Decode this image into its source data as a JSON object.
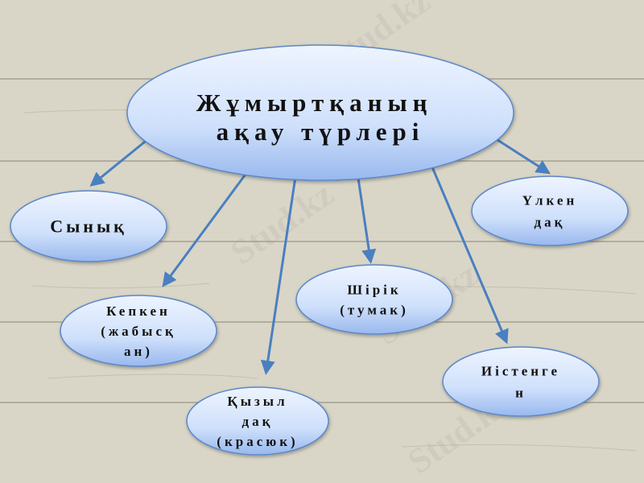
{
  "title": {
    "lines": [
      "Жұмыртқаның",
      "ақау түрлері"
    ]
  },
  "nodes": [
    {
      "id": "synyk",
      "lines": [
        "Сынық"
      ]
    },
    {
      "id": "kepken",
      "lines": [
        "Кепкен",
        "(жабысқ",
        "ан)"
      ]
    },
    {
      "id": "kyzyl-dak",
      "lines": [
        "Қызыл",
        "дақ",
        "(красюк)"
      ]
    },
    {
      "id": "shirik",
      "lines": [
        "Шірік",
        "(тумак)"
      ]
    },
    {
      "id": "ulken-dak",
      "lines": [
        "Үлкен",
        "дақ"
      ]
    },
    {
      "id": "iistengen",
      "lines": [
        "Иістенге",
        "н"
      ]
    }
  ],
  "watermark": "Stud.kz",
  "colors": {
    "arrow": "#4a7fc1",
    "ellipse_top": "#e6efff",
    "ellipse_bottom": "#9dbcf0",
    "ellipse_stroke": "#5b87c9",
    "background": "#d8d5c5"
  }
}
